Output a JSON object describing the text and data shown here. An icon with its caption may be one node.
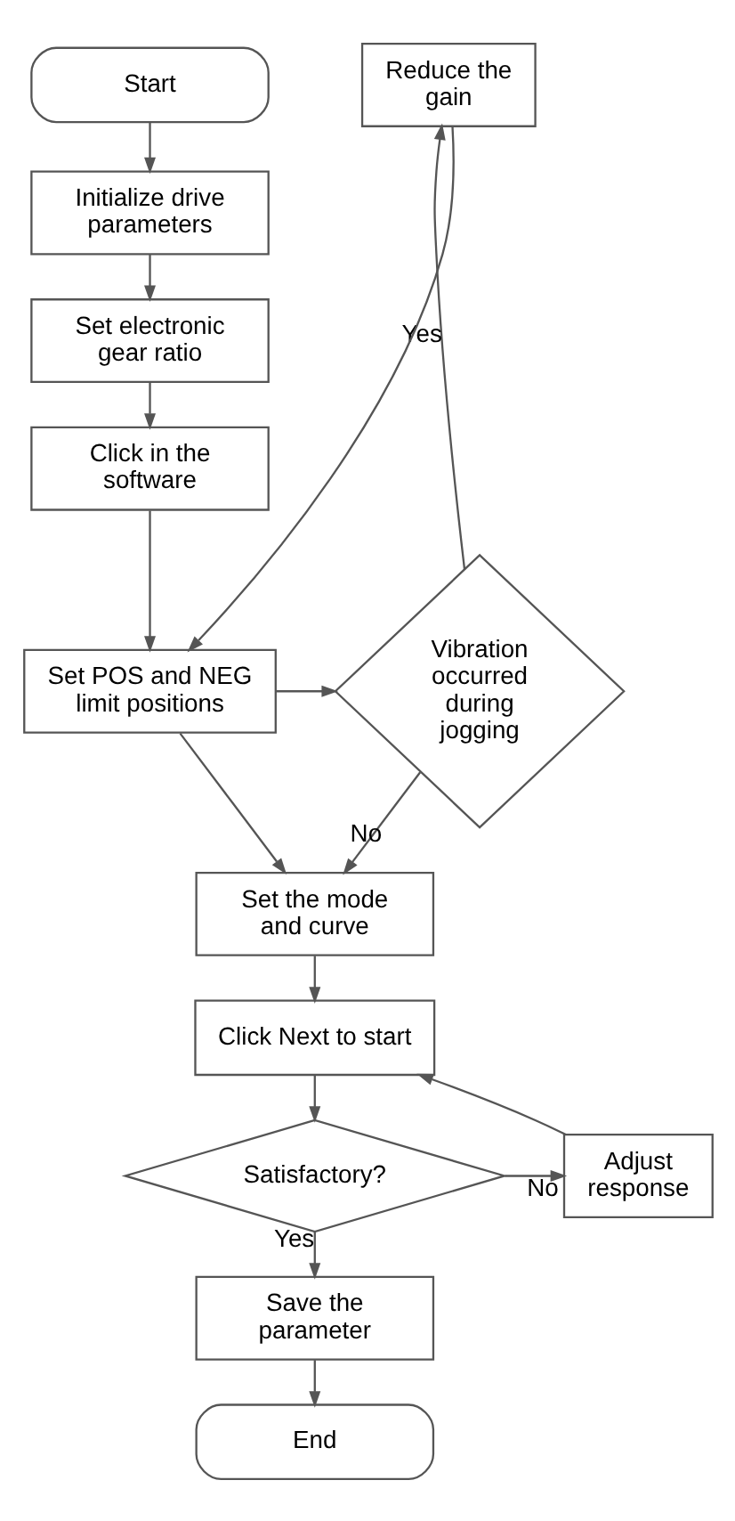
{
  "diagram": {
    "nodes": [
      {
        "text": [
          "Start"
        ]
      },
      {
        "text": [
          "Initialize drive parameters"
        ]
      },
      {
        "text": [
          "Set electronic gear ratio"
        ]
      },
      {
        "text": [
          "Click in the software"
        ]
      },
      {
        "text": [
          "Set POS and NEG limit positions"
        ]
      },
      {
        "text": [
          "Vibration occurred during jogging"
        ]
      },
      {
        "text": [
          "Reduce the gain"
        ]
      },
      {
        "text": [
          "Set the mode and curve"
        ]
      },
      {
        "text": [
          "Click Next to start"
        ]
      },
      {
        "text": [
          "Satisfactory?"
        ]
      },
      {
        "text": [
          "Adjust response"
        ]
      },
      {
        "text": [
          "Save the parameter"
        ]
      },
      {
        "text": [
          "End"
        ]
      }
    ],
    "edges": [
      {
        "from": 0,
        "to": 1,
        "arrow": "to"
      },
      {
        "from": 1,
        "to": 2,
        "arrow": "to"
      },
      {
        "from": 2,
        "to": 3,
        "arrow": "to"
      },
      {
        "from": 3,
        "to": 4,
        "arrow": "to"
      },
      {
        "from": 4,
        "to": 5,
        "arrow": "to"
      },
      {
        "from": 5,
        "to": 6,
        "label": "Yes",
        "arrow": "to"
      },
      {
        "from": 6,
        "to": 4,
        "arrow": "to"
      },
      {
        "from": 4,
        "to": 7,
        "arrow": "to"
      },
      {
        "from": 5,
        "to": 7,
        "label": "No",
        "arrow": "to"
      },
      {
        "from": 7,
        "to": 8,
        "arrow": "to"
      },
      {
        "from": 8,
        "to": 9,
        "arrow": "to"
      },
      {
        "from": 9,
        "to": 10,
        "label": "No",
        "arrow": "to"
      },
      {
        "from": 10,
        "to": 8,
        "arrow": "to"
      },
      {
        "from": 9,
        "to": 11,
        "label": "Yes",
        "arrow": "to"
      },
      {
        "from": 11,
        "to": 12,
        "arrow": "to"
      }
    ]
  }
}
